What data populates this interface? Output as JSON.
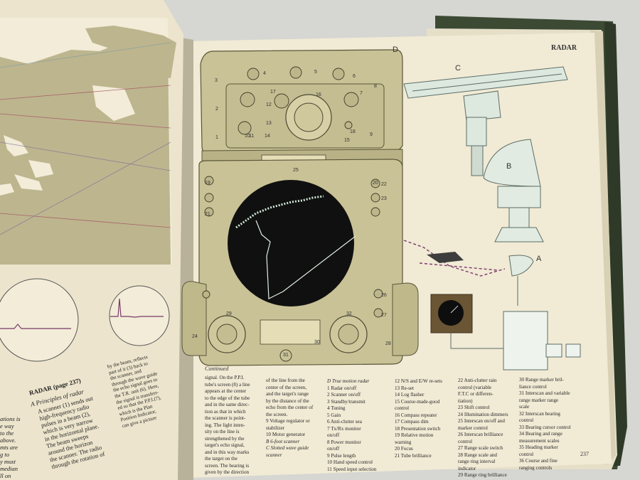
{
  "right_page": {
    "running_head": "RADAR",
    "page_number": "237",
    "section_label": "Continued",
    "label_c": "C",
    "label_d": "D",
    "label_b": "B",
    "label_a": "A",
    "intro_col1": [
      "signal. On the P.P.I.",
      "tube's screen (8) a line",
      "appears at the center",
      "to the edge of the tube",
      "and in the same direc-",
      "tion as that in which",
      "the scanner is point-",
      "ing. The light inten-",
      "sity on the line is",
      "strengthened by the",
      "target's echo signal,",
      "and in this way marks",
      "the target on the",
      "screen. The bearing is",
      "given by the direction"
    ],
    "intro_col2": [
      "of the line from the",
      "center of the screen,",
      "and the target's range",
      "by the distance of the",
      "echo from the center of",
      "the screen."
    ],
    "intro_col2_items": [
      "9 Voltage regulator or",
      "stabilizer",
      "10 Motor generator",
      "B 6-foot scanner",
      "C Slotted wave guide",
      "scanner"
    ],
    "key_col1": [
      "D True motion radar",
      "1 Radar on/off",
      "2 Scanner on/off",
      "3 Standby/transmit",
      "4 Tuning",
      "5 Gain",
      "6 Anti-clutter sea",
      "7 Tx/Rx monitor",
      "on/off",
      "8 Power monitor",
      "on/off",
      "9 Pulse length",
      "10 Hand speed control",
      "11 Speed input selection"
    ],
    "key_col2": [
      "12 N/S and E/W re-sets",
      "13 Re-set",
      "14 Log flasher",
      "15 Course-made-good",
      "control",
      "16 Compass repeater",
      "17 Compass dim",
      "18 Presentation switch",
      "19 Relative motion",
      "warning",
      "20 Focus",
      "21 Tube brilliance"
    ],
    "key_col3": [
      "22 Anti-clutter rain",
      "control (variable",
      "F.T.C or differen-",
      "tiation)",
      "23 Shift control",
      "24 Illumination dimmers",
      "25 Interscan on/off and",
      "marker control",
      "26 Interscan brilliance",
      "control",
      "27 Range scale switch",
      "28 Range scale and",
      "range ring interval",
      "indicator",
      "29 Range ring brilliance",
      "control"
    ],
    "key_col4": [
      "30 Range marker bril-",
      "liance control",
      "31 Interscan and variable",
      "range marker range",
      "scale",
      "32 Interscan bearing",
      "control",
      "33 Bearing cursor control",
      "34 Bearing and range",
      "measurement scales",
      "35 Heading marker",
      "control",
      "36 Course and fine",
      "ranging controls"
    ],
    "diagram_numbers": [
      "1",
      "2",
      "3",
      "4",
      "5",
      "6",
      "7",
      "8",
      "9",
      "10",
      "11",
      "12",
      "13",
      "14",
      "15",
      "16",
      "17",
      "18",
      "19",
      "20",
      "21",
      "22",
      "23",
      "24",
      "25",
      "26",
      "27",
      "28",
      "29",
      "30",
      "31",
      "32"
    ]
  },
  "left_page": {
    "heading": "RADAR (page 237)",
    "subheading": "A Principles of radar",
    "body_lines": [
      "A scanner (1) sends out",
      "high-frequency radio",
      "pulses in a beam (2),",
      "which is very narrow",
      "in the horizontal plane.",
      "The beam sweeps",
      "around the horizon",
      "the scanner. The radio",
      "through the rotation of"
    ],
    "col2_lines": [
      "by the beam, reflects",
      "part of it (3) back to",
      "the scanner, and",
      "through the wave guide",
      "the echo signal goes to",
      "the T.R. unit (6). Here,",
      "the signal is transferr-",
      "ed so that the P.P.I.(7),",
      "which is the Plan",
      "Position Indicator,",
      "can give a picture"
    ],
    "edge_lines": [
      "ations is",
      "e way",
      "to the",
      "above.",
      "mts are",
      "g to",
      "y must",
      "median",
      "ll on"
    ]
  },
  "colors": {
    "paper": "#efe8d2",
    "olive_panel": "#c9c296",
    "map_land": "#bdb58e",
    "radar_screen": "#101010",
    "book_cover": "#3d4a33"
  }
}
